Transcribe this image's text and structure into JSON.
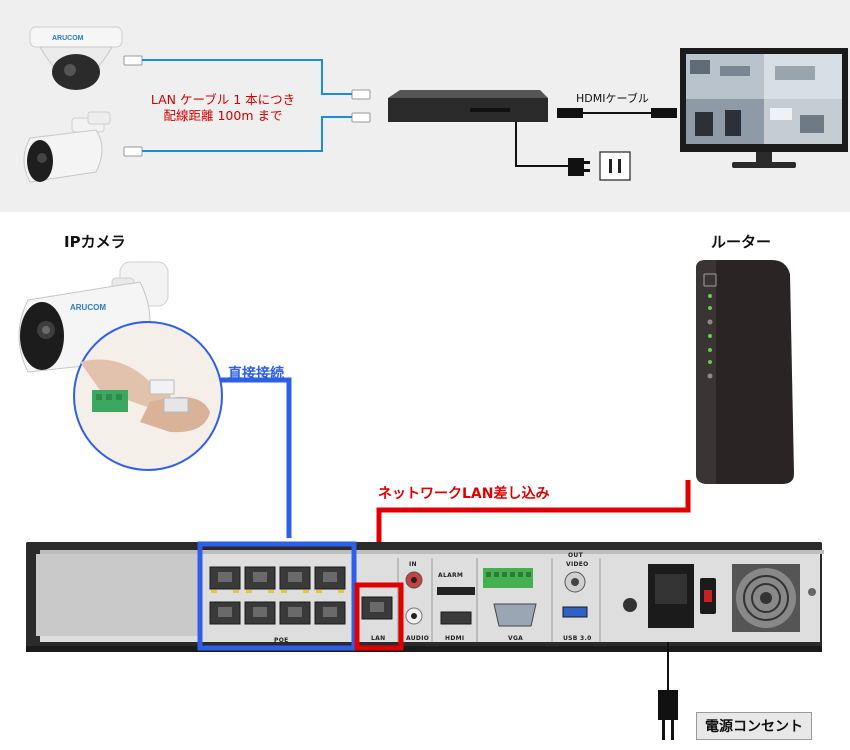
{
  "top_diagram": {
    "cable_note_line1": "LAN ケーブル 1 本につき",
    "cable_note_line2": "配線距離 100m まで",
    "hdmi_label": "HDMIケーブル"
  },
  "bottom_diagram": {
    "ip_camera_label": "IPカメラ",
    "router_label": "ルーター",
    "direct_connect_label": "直接接続",
    "network_lan_label": "ネットワークLAN差し込み",
    "power_outlet_label": "電源コンセント"
  },
  "camera_logo": "ARUCOM",
  "nvr_panel": {
    "poe_label": "POE",
    "lan_label": "LAN",
    "audio_label": "AUDIO",
    "hdmi_label": "HDMI",
    "vga_label": "VGA",
    "usb_label": "USB 3.0",
    "video_label": "VIDEO",
    "alarm_label": "ALARM",
    "in_label": "IN",
    "out_label": "OUT"
  },
  "colors": {
    "blue_line": "#2e5fe8",
    "red_line": "#e00000",
    "cable_blue": "#1a8fd6",
    "label_red": "#d40000"
  }
}
